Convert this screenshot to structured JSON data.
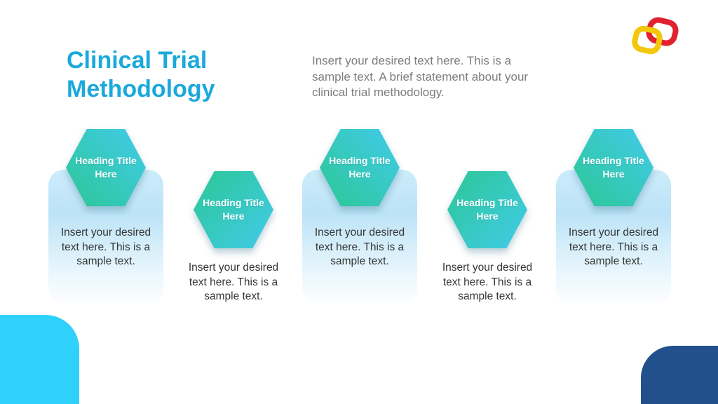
{
  "header": {
    "title": "Clinical Trial\nMethodology",
    "intro": "Insert your desired text here. This is a sample text. A brief statement about your clinical trial methodology."
  },
  "steps": [
    {
      "heading": "Heading Title Here",
      "body": "Insert your desired text here. This is a sample text."
    },
    {
      "heading": "Heading Title Here",
      "body": "Insert your desired text here. This is a sample text."
    },
    {
      "heading": "Heading Title Here",
      "body": "Insert your desired text here. This is a sample text."
    },
    {
      "heading": "Heading Title Here",
      "body": "Insert your desired text here. This is a sample text."
    },
    {
      "heading": "Heading Title Here",
      "body": "Insert your desired text here. This is a sample text."
    }
  ],
  "colors": {
    "title": "#1BA9DB",
    "intro_text": "#7D7D7D",
    "body_text": "#363636",
    "hexagon_cyan": "#41CBEA",
    "hexagon_green": "#2CC795",
    "card_gradient_top": "#BCE3F7",
    "card_gradient_bottom": "#FEFEFF",
    "accent_bottom_left": "#2FD1FA",
    "accent_bottom_right": "#21508C",
    "logo_red": "#E2212E",
    "logo_yellow": "#F3C70B"
  }
}
